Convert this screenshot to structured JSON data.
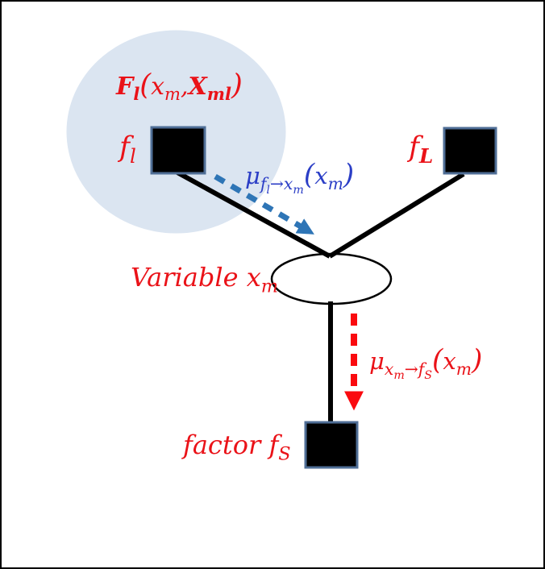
{
  "colors": {
    "cluster_fill": "#dbe5f1",
    "node_fill": "#000000",
    "node_border": "#4f6e96",
    "variable_fill": "#ffffff",
    "edge_color": "#000000",
    "red_text": "#ea1218",
    "red_arrow": "#fa0a0f",
    "blue_text": "#2b3ec6",
    "blue_arrow": "#2e75b6"
  },
  "cluster_title": {
    "F": "F",
    "F_sub": "l",
    "open": "(",
    "x": "x",
    "x_sub": "m",
    "comma": ",",
    "X": "X",
    "X_sub": "ml",
    "close": ")"
  },
  "nodes": {
    "f_l": {
      "main": "f",
      "sub": "l"
    },
    "f_L": {
      "main": "f",
      "sub": "L"
    },
    "variable_caption": {
      "main": "Variable x",
      "sub": "m"
    },
    "f_S_caption": {
      "main": "factor f",
      "sub": "S"
    }
  },
  "messages": {
    "blue": {
      "mu": "μ",
      "sub_from": "f",
      "sub_from_sub": "l",
      "sub_arrow": "→",
      "sub_to": "x",
      "sub_to_sub": "m",
      "arg_open": "(",
      "arg_var": "x",
      "arg_var_sub": "m",
      "arg_close": ")"
    },
    "red": {
      "mu": "μ",
      "sub_from": "x",
      "sub_from_sub": "m",
      "sub_arrow": "→",
      "sub_to": "f",
      "sub_to_sub": "S",
      "arg_open": "(",
      "arg_var": "x",
      "arg_var_sub": "m",
      "arg_close": ")"
    }
  }
}
